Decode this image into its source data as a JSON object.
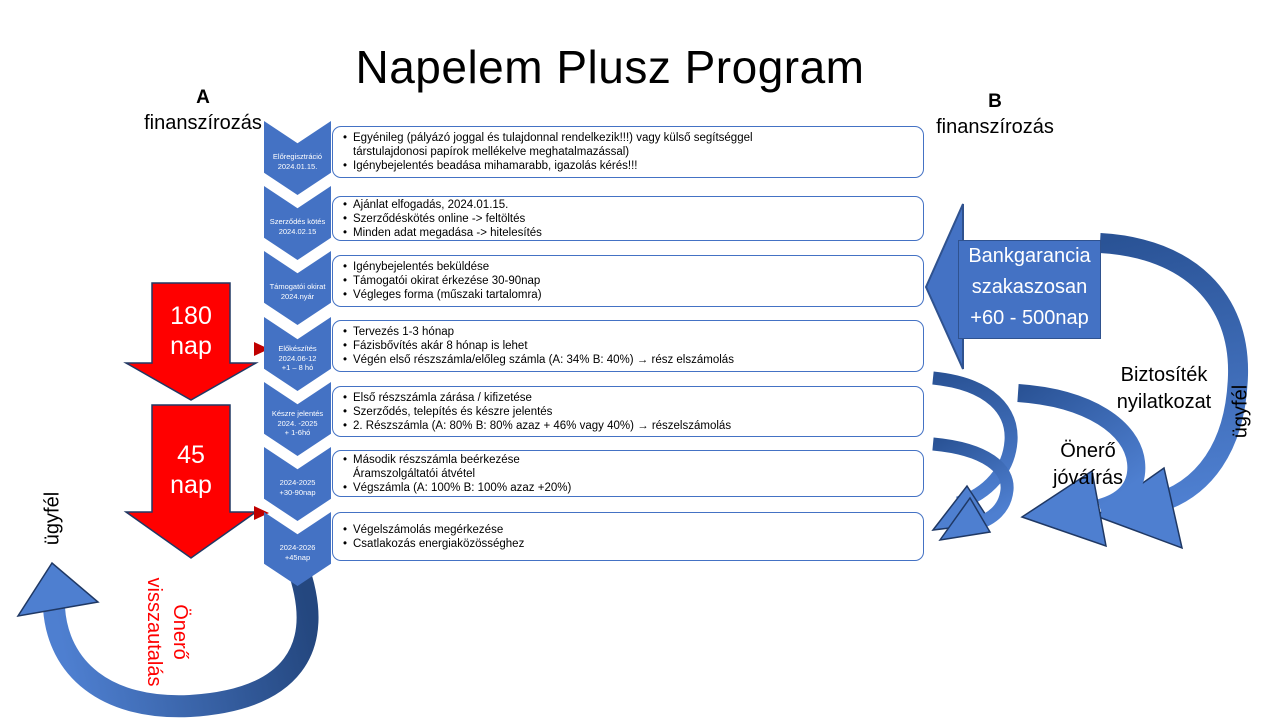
{
  "title": "Napelem Plusz Program",
  "financing_a": {
    "letter": "A",
    "label": "finanszírozás"
  },
  "financing_b": {
    "letter": "B",
    "label": "finanszírozás"
  },
  "steps": [
    {
      "chevron": [
        "Előregisztráció",
        "2024.01.15."
      ],
      "items": [
        {
          "t": "Egyénileg (pályázó joggal és tulajdonnal rendelkezik!!!) vagy külső segítséggel",
          "b": true
        },
        {
          "t": "társtulajdonosi papírok mellékelve meghatalmazással)",
          "b": false
        },
        {
          "t": "Igénybejelentés beadása mihamarabb, igazolás kérés!!!",
          "b": true
        }
      ]
    },
    {
      "chevron": [
        "Szerződés kötés",
        "2024.02.15"
      ],
      "items": [
        {
          "t": "Ajánlat elfogadás, 2024.01.15.",
          "b": true
        },
        {
          "t": "Szerződéskötés online -> feltöltés",
          "b": true
        },
        {
          "t": "Minden adat megadása -> hitelesítés",
          "b": true
        }
      ]
    },
    {
      "chevron": [
        "Támogatói okirat",
        "2024.nyár"
      ],
      "items": [
        {
          "t": "Igénybejelentés beküldése",
          "b": true
        },
        {
          "t": "Támogatói okirat érkezése 30-90nap",
          "b": true
        },
        {
          "t": "Végleges forma (műszaki tartalomra)",
          "b": true
        }
      ]
    },
    {
      "chevron": [
        "Előkészítés",
        "2024.06-12",
        "+1 – 8 hó"
      ],
      "items": [
        {
          "t": "Tervezés 1-3 hónap",
          "b": true
        },
        {
          "t": "Fázisbővítés akár 8 hónap is lehet",
          "b": true
        },
        {
          "t": "Végén első részszámla/előleg számla (A: 34% B: 40%) → rész elszámolás",
          "b": true
        }
      ]
    },
    {
      "chevron": [
        "Készre jelentés",
        "2024. -2025",
        "+ 1-6hó"
      ],
      "items": [
        {
          "t": "Első részszámla zárása / kifizetése",
          "b": true
        },
        {
          "t": "Szerződés, telepítés és készre jelentés",
          "b": true
        },
        {
          "t": "2. Részszámla (A: 80% B: 80% azaz + 46% vagy 40%)  → részelszámolás",
          "b": true
        }
      ]
    },
    {
      "chevron": [
        "2024-2025",
        "+30-90nap"
      ],
      "items": [
        {
          "t": "Második részszámla beérkezése",
          "b": true
        },
        {
          "t": "Áramszolgáltatói átvétel",
          "b": false
        },
        {
          "t": "Végszámla (A: 100% B: 100% azaz +20%)",
          "b": true
        }
      ]
    },
    {
      "chevron": [
        "2024-2026",
        "+45nap"
      ],
      "items": [
        {
          "t": "Végelszámolás megérkezése",
          "b": true
        },
        {
          "t": "Csatlakozás energiaközösséghez",
          "b": true
        }
      ]
    }
  ],
  "red_arrows": [
    {
      "value": "180",
      "unit": "nap"
    },
    {
      "value": "45",
      "unit": "nap"
    }
  ],
  "bank_guarantee": {
    "lines": [
      "Bankgarancia",
      "szakaszosan",
      "+60 - 500nap"
    ]
  },
  "labels": {
    "client_left": "ügyfél",
    "client_right": "ügyfél",
    "collateral": [
      "Biztosíték",
      "nyilatkozat"
    ],
    "equity_credit": [
      "Önerő",
      "jóváírás"
    ],
    "equity_refund": [
      "Önerő",
      "visszautalás"
    ]
  },
  "colors": {
    "chevron_blue": "#4472C4",
    "curve_dark": "#2A5396",
    "curve_light": "#4E7FD0",
    "outline": "#1F3864",
    "red": "#FF0000"
  }
}
